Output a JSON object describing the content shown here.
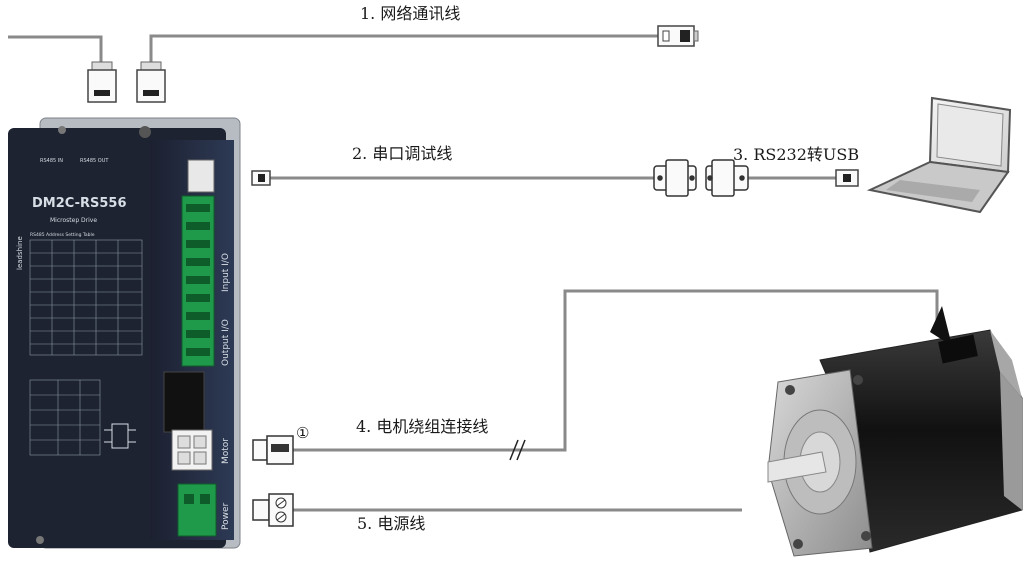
{
  "labels": {
    "network_cable": "1. 网络通讯线",
    "serial_cable": "2. 串口调试线",
    "rs232_usb": "3. RS232转USB",
    "motor_cable": "4. 电机绕组连接线",
    "power_cable": "5. 电源线",
    "connector_mark": "①"
  },
  "driver": {
    "brand": "leadshine",
    "model": "DM2C-RS556",
    "subtitle": "Microstep Drive",
    "port_rs485_in": "RS485 IN",
    "port_rs485_out": "RS485 OUT",
    "table_title": "RS485 Address Setting Table",
    "section_input": "Input I/O",
    "section_output": "Output I/O",
    "section_motor": "Motor",
    "section_power": "Power"
  },
  "colors": {
    "cable": "#8a8a8a",
    "driver_body": "#1d2330",
    "terminal_green": "#1f9a4a"
  }
}
